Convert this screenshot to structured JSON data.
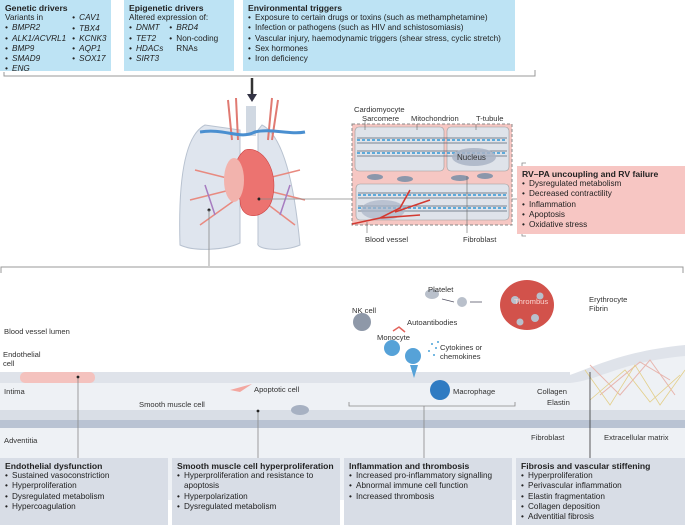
{
  "top_panels": {
    "genetic": {
      "title": "Genetic drivers",
      "subtitle": "Variants in",
      "col1": [
        "BMPR2",
        "ALK1/ACVRL1",
        "BMP9",
        "SMAD9",
        "ENG"
      ],
      "col2": [
        "CAV1",
        "TBX4",
        "KCNK3",
        "AQP1",
        "SOX17"
      ]
    },
    "epigenetic": {
      "title": "Epigenetic drivers",
      "subtitle": "Altered expression of:",
      "col1": [
        "DNMT",
        "TET2",
        "HDACs",
        "SIRT3"
      ],
      "col2": [
        "BRD4",
        "Non-coding RNAs"
      ]
    },
    "environmental": {
      "title": "Environmental triggers",
      "items": [
        "Exposure to certain drugs or toxins (such as methamphetamine)",
        "Infection or pathogens (such as HIV and schistosomiasis)",
        "Vascular injury, haemodynamic triggers (shear stress, cyclic stretch)",
        "Sex hormones",
        "Iron deficiency"
      ]
    }
  },
  "heart_inset": {
    "labels": {
      "cardiomyocyte": "Cardiomyocyte",
      "sarcomere": "Sarcomere",
      "mitochondrion": "Mitochondrion",
      "t_tubule": "T-tubule",
      "nucleus": "Nucleus",
      "blood_vessel": "Blood vessel",
      "fibroblast": "Fibroblast"
    }
  },
  "rv_panel": {
    "title": "RV–PA uncoupling and RV failure",
    "items": [
      "Dysregulated metabolism",
      "Decreased contractility",
      "Inflammation",
      "Apoptosis",
      "Oxidative stress"
    ]
  },
  "vessel_labels": {
    "lumen": "Blood vessel lumen",
    "endothelial": "Endothelial cell",
    "intima": "Intima",
    "smooth_muscle": "Smooth muscle cell",
    "apoptotic": "Apoptotic cell",
    "adventitia": "Adventitia",
    "nk_cell": "NK cell",
    "platelet": "Platelet",
    "autoantibodies": "Autoantibodies",
    "monocyte": "Monocyte",
    "cytokines": "Cytokines or chemokines",
    "macrophage": "Macrophage",
    "thrombus": "Thrombus",
    "erythrocyte": "Erythrocyte",
    "fibrin": "Fibrin",
    "collagen": "Collagen",
    "elastin": "Elastin",
    "fibroblast": "Fibroblast",
    "ecm": "Extracellular matrix"
  },
  "bottom_panels": [
    {
      "title": "Endothelial dysfunction",
      "items": [
        "Sustained vasoconstriction",
        "Hyperproliferation",
        "Dysregulated metabolism",
        "Hypercoagulation"
      ]
    },
    {
      "title": "Smooth muscle cell hyperproliferation",
      "items": [
        "Hyperproliferation and resistance to apoptosis",
        "Hyperpolarization",
        "Dysregulated metabolism"
      ]
    },
    {
      "title": "Inflammation and thrombosis",
      "items": [
        "Increased pro-inflammatory signalling",
        "Abnormal immune cell function",
        "Increased thrombosis"
      ]
    },
    {
      "title": "Fibrosis and vascular stiffening",
      "items": [
        "Hyperproliferation",
        "Perivascular inflammation",
        "Elastin fragmentation",
        "Collagen deposition",
        "Adventitial fibrosis"
      ]
    }
  ],
  "colors": {
    "driver_box": "#bde3f4",
    "rv_box": "#f7c6c3",
    "outcome_box": "#d8dde6"
  }
}
